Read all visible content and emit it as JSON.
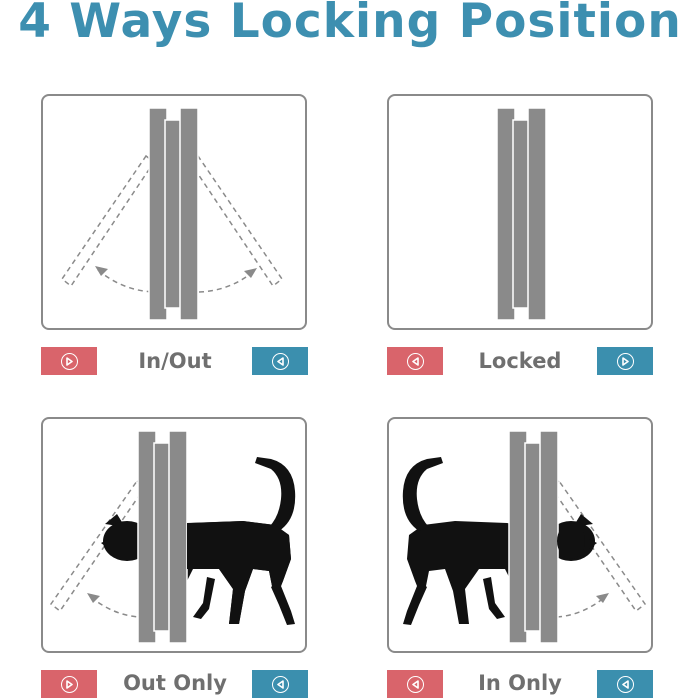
{
  "title": "4 Ways Locking Position",
  "modes": [
    {
      "label": "In/Out",
      "left_button": {
        "color": "#d9646b",
        "icon": "arrow-right-icon"
      },
      "right_button": {
        "color": "#3b8fae",
        "icon": "arrow-left-icon"
      }
    },
    {
      "label": "Locked",
      "left_button": {
        "color": "#d9646b",
        "icon": "arrow-left-icon"
      },
      "right_button": {
        "color": "#3b8fae",
        "icon": "arrow-right-icon"
      }
    },
    {
      "label": "Out Only",
      "left_button": {
        "color": "#d9646b",
        "icon": "arrow-right-icon"
      },
      "right_button": {
        "color": "#3b8fae",
        "icon": "arrow-left-icon"
      }
    },
    {
      "label": "In Only",
      "left_button": {
        "color": "#d9646b",
        "icon": "arrow-left-icon"
      },
      "right_button": {
        "color": "#3b8fae",
        "icon": "arrow-left-icon"
      }
    }
  ],
  "colors": {
    "title": "#3d8fb0",
    "flap": "#8a8a8a",
    "label": "#6f6f6f",
    "cat": "#111111"
  }
}
